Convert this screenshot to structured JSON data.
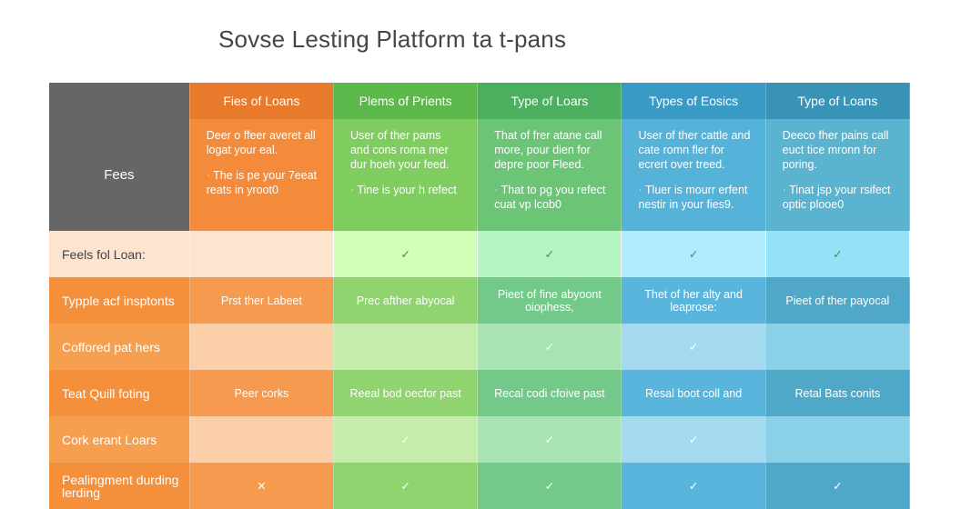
{
  "title": "Sovse Lesting Platform ta t-pans",
  "corner_label": "Fees",
  "columns": [
    {
      "header": "Fies of Loans",
      "desc": "Deer o ffeer averet all logat your eal.",
      "bullet": "The is pe your 7eeat reats in yroot0",
      "hdr_color": "#e97a2c",
      "desc_color": "#f38b3b",
      "dark": "#f59a4e",
      "light": "#fbcfa8"
    },
    {
      "header": "Plems of Prients",
      "desc": "User of ther pams and cons roma mer dur hoeh your feed.",
      "bullet": "Tine is your h refect",
      "hdr_color": "#5db84b",
      "desc_color": "#7fcd5e",
      "dark": "#8fd46e",
      "light": "#c4ecaa"
    },
    {
      "header": "Type of Loars",
      "desc": "That of frer atane call more, pour dien for depre poor Fleed.",
      "bullet": "That to pg you refect cuat vp lcob0",
      "hdr_color": "#4caf5f",
      "desc_color": "#6cc577",
      "dark": "#72c98a",
      "light": "#a8e3b4"
    },
    {
      "header": "Types of Eosics",
      "desc": "User of ther cattle and cate romn fler for ecrert over treed.",
      "bullet": "Tluer is mourr erfent nestir in your fies9.",
      "hdr_color": "#3a9ac6",
      "desc_color": "#55b2d8",
      "dark": "#5ab5dc",
      "light": "#a3daf0"
    },
    {
      "header": "Type of Loans",
      "desc": "Deeco fher pains call euct tice mronn for poring.",
      "bullet": "Tinat jsp your rsifect optic plooe0",
      "hdr_color": "#3993b6",
      "desc_color": "#5ab3cf",
      "dark": "#4fa8c8",
      "light": "#8ad0e6"
    }
  ],
  "rows": [
    {
      "label": "Feels fol Loan:",
      "style": "peach",
      "cells": [
        "",
        "✓",
        "✓",
        "✓",
        "✓"
      ]
    },
    {
      "label": "Typple acf insptonts",
      "style": "dark",
      "cells": [
        "Prst ther Labeet",
        "Prec afther abyocal",
        "Pieet of fine abyoont oiophess,",
        "Thet of her alty and leaprose:",
        "Pieet of ther payocal"
      ]
    },
    {
      "label": "Coffored pat hers",
      "style": "light",
      "cells": [
        "",
        "",
        "✓",
        "✓",
        ""
      ]
    },
    {
      "label": "Teat Quill foting",
      "style": "dark",
      "cells": [
        "Peer corks",
        "Reeal bod oecfor past",
        "Recal codi cfoive past",
        "Resal boot coll and",
        "Retal Bats conits"
      ]
    },
    {
      "label": "Cork erant Loars",
      "style": "light",
      "cells": [
        "",
        "✓",
        "✓",
        "✓",
        ""
      ]
    },
    {
      "label": "Pealingment durding lerding",
      "style": "dark",
      "cells": [
        "✕",
        "✓",
        "✓",
        "✓",
        "✓"
      ]
    }
  ]
}
